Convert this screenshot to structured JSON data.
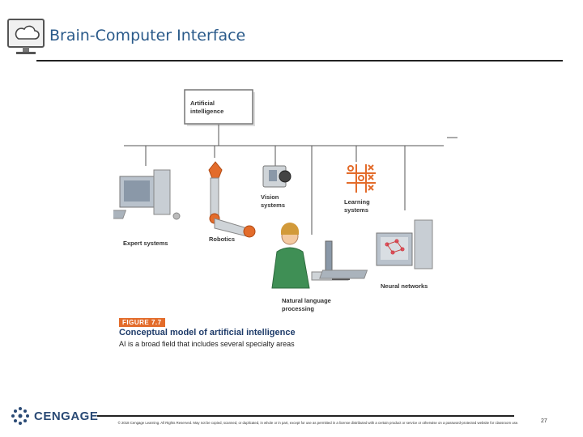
{
  "slide": {
    "title": "Brain-Computer Interface",
    "page_number": "27"
  },
  "figure": {
    "root_label_line1": "Artificial",
    "root_label_line2": "intelligence",
    "items": {
      "expert": "Expert systems",
      "robotics": "Robotics",
      "vision_line1": "Vision",
      "vision_line2": "systems",
      "learning_line1": "Learning",
      "learning_line2": "systems",
      "nlp_line1": "Natural language",
      "nlp_line2": "processing",
      "neural": "Neural networks"
    },
    "caption_tag": "FIGURE 7.7",
    "caption_title": "Conceptual model of artificial intelligence",
    "caption_subtitle": "AI is a broad field that includes several specialty areas"
  },
  "footer": {
    "logo_text": "CENGAGE",
    "copyright": "© 2018 Cengage Learning. All Rights Reserved. May not be copied, scanned, or duplicated, in whole or in part, except for use as permitted in a license distributed with a certain product or service or otherwise on a password-protected website for classroom use."
  },
  "colors": {
    "title": "#2a5a8a",
    "brand": "#2a4a75",
    "accent": "#e36c2b"
  }
}
